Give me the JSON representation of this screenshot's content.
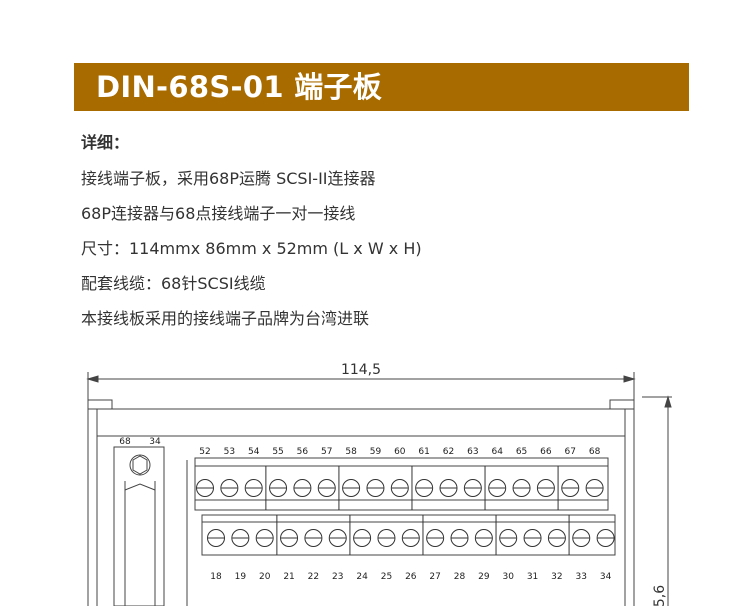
{
  "header": {
    "title": "DIN-68S-01 端子板",
    "bg_color": "#a86b00",
    "text_color": "#ffffff"
  },
  "details": {
    "heading": "详细：",
    "lines": [
      "接线端子板，采用68P运腾 SCSI-II连接器",
      "68P连接器与68点接线端子一对一接线",
      "尺寸：114mmx 86mm x 52mm (L x W x H)",
      "配套线缆：68针SCSI线缆",
      "本接线板采用的接线端子品牌为台湾进联"
    ]
  },
  "drawing": {
    "width_dim": "114,5",
    "side_dim": "5,6",
    "connector_labels": [
      "68",
      "34"
    ],
    "top_pins": [
      "52",
      "53",
      "54",
      "55",
      "56",
      "57",
      "58",
      "59",
      "60",
      "61",
      "62",
      "63",
      "64",
      "65",
      "66",
      "67",
      "68"
    ],
    "bottom_pins": [
      "18",
      "19",
      "20",
      "21",
      "22",
      "23",
      "24",
      "25",
      "26",
      "27",
      "28",
      "29",
      "30",
      "31",
      "32",
      "33",
      "34"
    ]
  }
}
